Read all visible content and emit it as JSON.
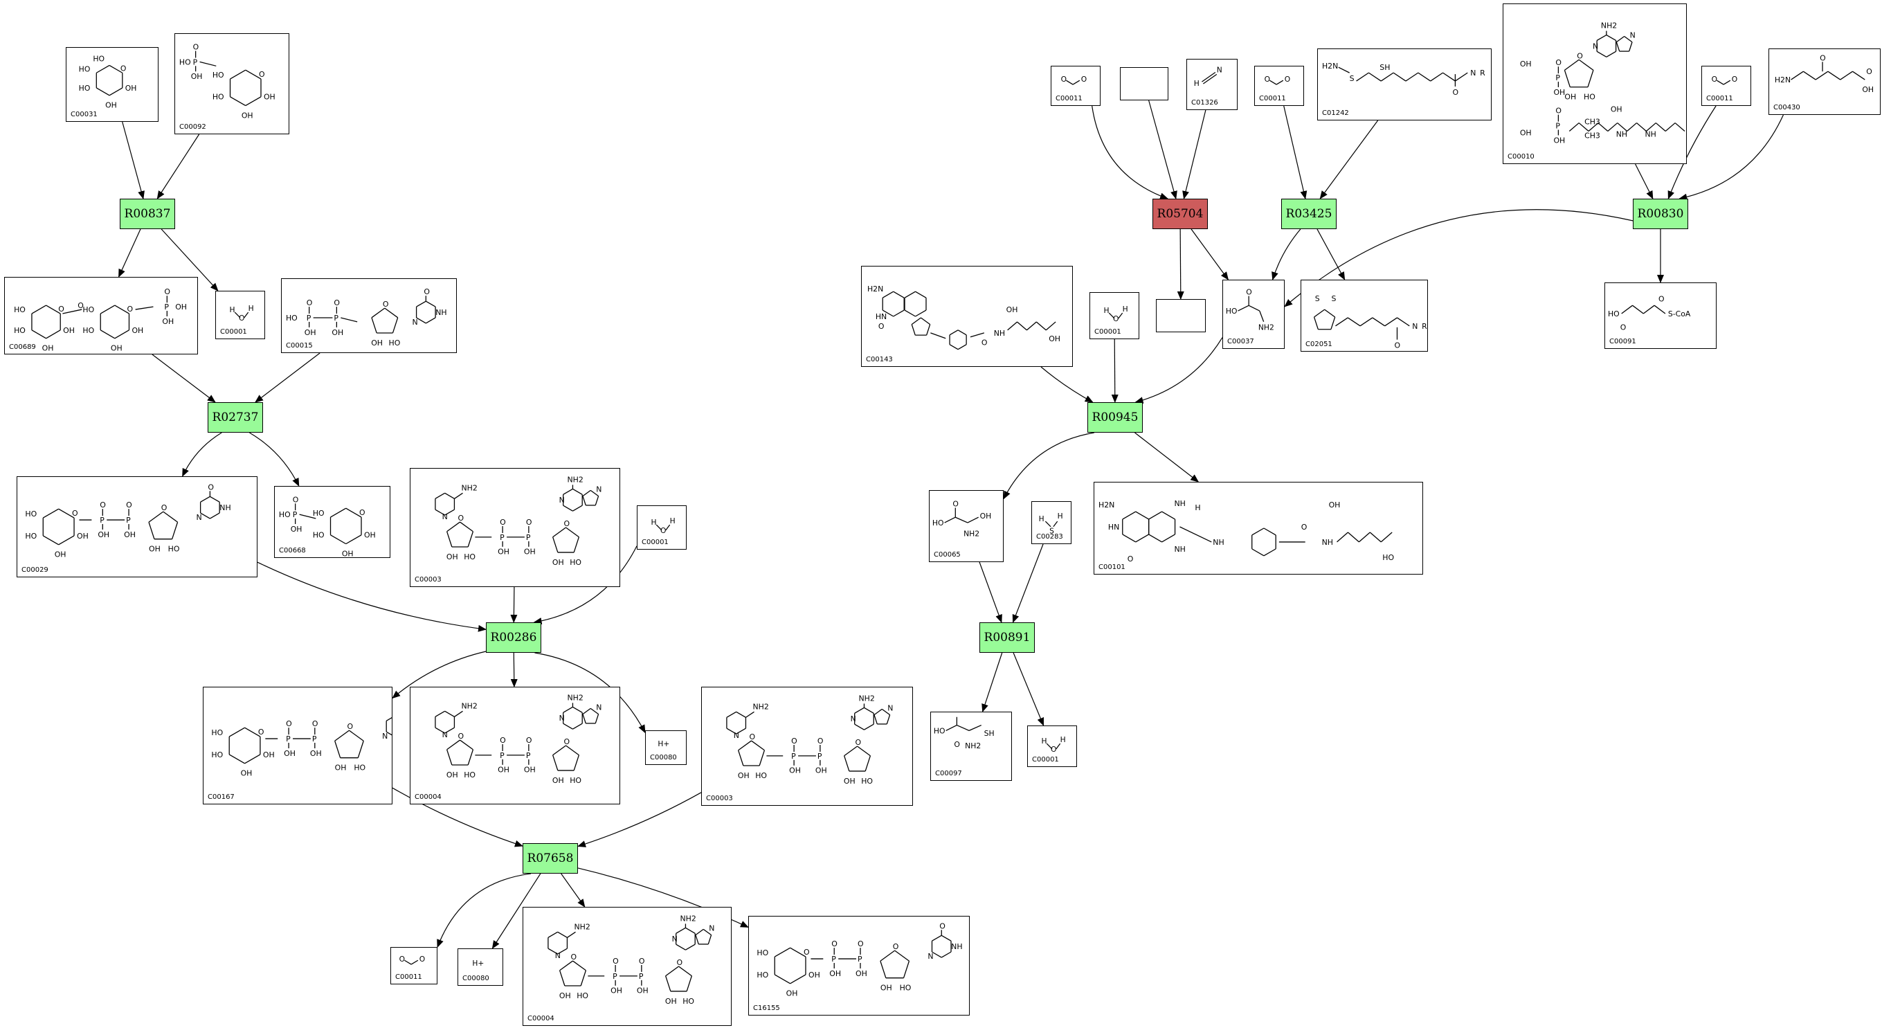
{
  "colors": {
    "reaction": "#98fb98",
    "reaction_highlight": "#cd5c5c",
    "edge": "#000000"
  },
  "reactions": [
    {
      "id": "R00837",
      "label": "R00837",
      "color": "#98fb98"
    },
    {
      "id": "R02737",
      "label": "R02737",
      "color": "#98fb98"
    },
    {
      "id": "R00286",
      "label": "R00286",
      "color": "#98fb98"
    },
    {
      "id": "R07658",
      "label": "R07658",
      "color": "#98fb98"
    },
    {
      "id": "R05704",
      "label": "R05704",
      "color": "#cd5c5c"
    },
    {
      "id": "R03425",
      "label": "R03425",
      "color": "#98fb98"
    },
    {
      "id": "R00830",
      "label": "R00830",
      "color": "#98fb98"
    },
    {
      "id": "R00945",
      "label": "R00945",
      "color": "#98fb98"
    },
    {
      "id": "R00891",
      "label": "R00891",
      "color": "#98fb98"
    }
  ],
  "compounds": [
    {
      "key": "c00031_a",
      "label": "C00031",
      "structure": "hexose"
    },
    {
      "key": "c00092_a",
      "label": "C00092",
      "structure": "hexose-phosphate"
    },
    {
      "key": "c00689_a",
      "label": "C00689",
      "structure": "disaccharide-phosphate"
    },
    {
      "key": "c00001_a",
      "label": "C00001",
      "structure": "water"
    },
    {
      "key": "c00015_a",
      "label": "C00015",
      "structure": "nucleotide-diphosphate"
    },
    {
      "key": "c00029_a",
      "label": "C00029",
      "structure": "nucleotide-sugar"
    },
    {
      "key": "c00668_a",
      "label": "C00668",
      "structure": "hexose-phosphate"
    },
    {
      "key": "c00003_a",
      "label": "C00003",
      "structure": "dinucleotide"
    },
    {
      "key": "c00001_b",
      "label": "C00001",
      "structure": "water"
    },
    {
      "key": "c00167_a",
      "label": "C00167",
      "structure": "nucleotide-sugar"
    },
    {
      "key": "c00004_a",
      "label": "C00004",
      "structure": "dinucleotide"
    },
    {
      "key": "c00080_a",
      "label": "C00080",
      "structure": "proton"
    },
    {
      "key": "c00003_b",
      "label": "C00003",
      "structure": "dinucleotide"
    },
    {
      "key": "c00011_a",
      "label": "C00011",
      "structure": "co2"
    },
    {
      "key": "c00080_b",
      "label": "C00080",
      "structure": "proton"
    },
    {
      "key": "c00004_b",
      "label": "C00004",
      "structure": "dinucleotide"
    },
    {
      "key": "c16155_a",
      "label": "C16155",
      "structure": "nucleotide-sugar"
    },
    {
      "key": "c00011_b",
      "label": "C00011",
      "structure": "co2"
    },
    {
      "key": "empty_a",
      "label": "",
      "structure": "empty"
    },
    {
      "key": "c01326_a",
      "label": "C01326",
      "structure": "hcn"
    },
    {
      "key": "c00011_c",
      "label": "C00011",
      "structure": "co2"
    },
    {
      "key": "c01242_a",
      "label": "C01242",
      "structure": "dihydrolipoyl-protein"
    },
    {
      "key": "c00010_a",
      "label": "C00010",
      "structure": "coenzyme-a"
    },
    {
      "key": "c00011_d",
      "label": "C00011",
      "structure": "co2"
    },
    {
      "key": "c00430_a",
      "label": "C00430",
      "structure": "aminolevulinate"
    },
    {
      "key": "c00143_a",
      "label": "C00143",
      "structure": "methylene-thf"
    },
    {
      "key": "c00001_c",
      "label": "C00001",
      "structure": "water"
    },
    {
      "key": "empty_b",
      "label": "",
      "structure": "empty"
    },
    {
      "key": "c00037_a",
      "label": "C00037",
      "structure": "glycine"
    },
    {
      "key": "c02051_a",
      "label": "C02051",
      "structure": "lipoyl-protein"
    },
    {
      "key": "c00091_a",
      "label": "C00091",
      "structure": "succinyl-coa"
    },
    {
      "key": "c00065_a",
      "label": "C00065",
      "structure": "serine"
    },
    {
      "key": "c00283_a",
      "label": "C00283",
      "structure": "h2s"
    },
    {
      "key": "c00101_a",
      "label": "C00101",
      "structure": "thf"
    },
    {
      "key": "c00097_a",
      "label": "C00097",
      "structure": "cysteine"
    },
    {
      "key": "c00001_d",
      "label": "C00001",
      "structure": "water"
    }
  ],
  "atom_labels": {
    "oh": "OH",
    "ho": "HO",
    "o": "O",
    "p": "P",
    "n": "N",
    "nh": "NH",
    "hn": "HN",
    "nh2": "NH2",
    "h2n": "H2N",
    "h": "H",
    "s": "S",
    "sh": "SH",
    "ch3": "CH3",
    "plus": "+",
    "scoa": "S-CoA",
    "r": "R",
    "hplus": "H+"
  }
}
